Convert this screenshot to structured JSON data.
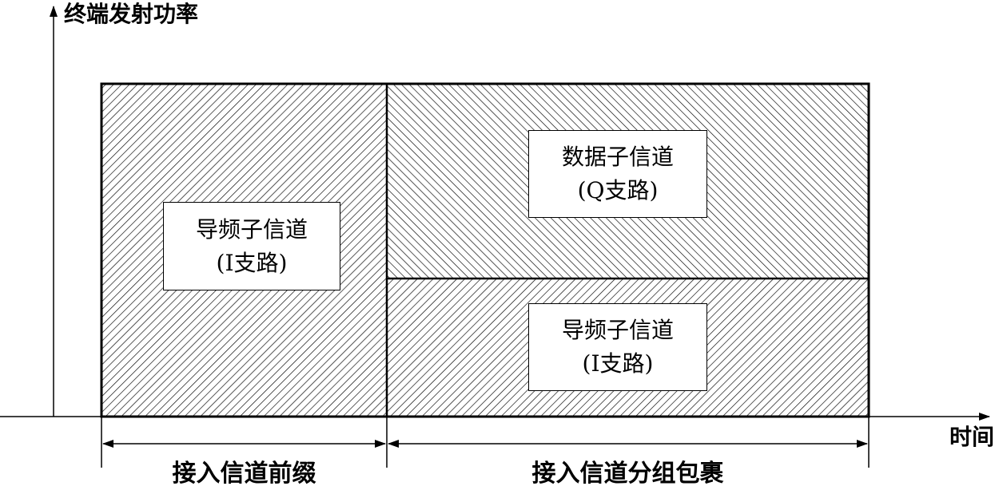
{
  "y_axis_label": "终端发射功率",
  "x_axis_label": "时间",
  "preamble": {
    "title": "导频子信道",
    "subtitle": "(I支路)"
  },
  "message": {
    "data": {
      "title": "数据子信道",
      "subtitle": "(Q支路)"
    },
    "pilot": {
      "title": "导频子信道",
      "subtitle": "(I支路)"
    }
  },
  "spans": {
    "preamble_label": "接入信道前缀",
    "message_label": "接入信道分组包裹"
  }
}
